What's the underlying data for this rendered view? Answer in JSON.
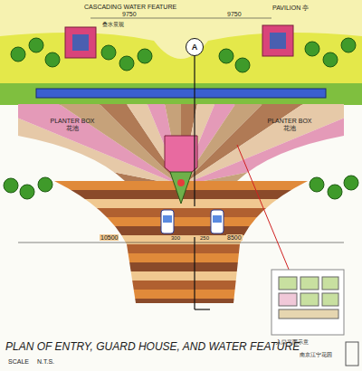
{
  "diagram": {
    "title": "PLAN OF ENTRY, GUARD HOUSE, AND WATER FEATURE",
    "nodes": [
      {
        "text": [
          "PLANTER BOX",
          "花池"
        ]
      },
      {
        "text": [
          "PLANTER BOX",
          "花池"
        ]
      },
      {
        "text": [
          "A"
        ]
      }
    ],
    "labels": [
      "CASCADING WATER FEATURE",
      "叠水景观",
      "9750",
      "9750",
      "PAVILION 亭",
      "10500",
      "8500",
      "300",
      "250",
      "SCALE",
      "N.T.S.",
      "入口平面示意",
      "南京江宁花园"
    ]
  }
}
